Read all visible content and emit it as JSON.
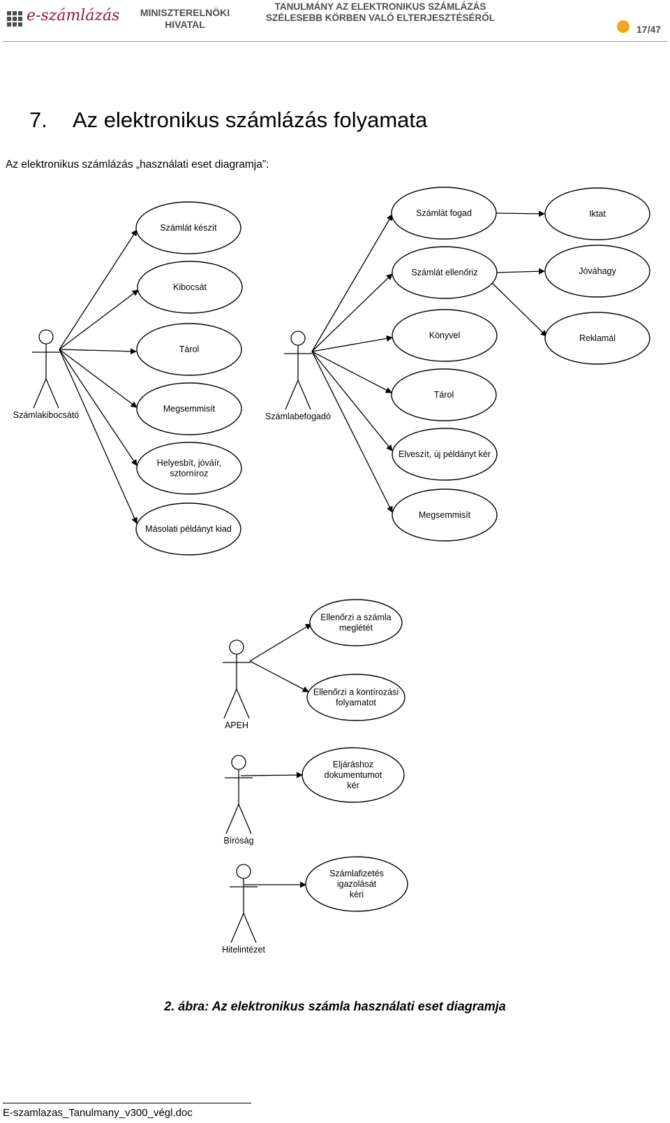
{
  "header": {
    "logo_text": "e-számlázás",
    "org": "MINISZTERELNÖKI HIVATAL",
    "title": "TANULMÁNY AZ ELEKTRONIKUS SZÁMLÁZÁS SZÉLESEBB KÖRBEN VALÓ ELTERJESZTÉSÉRŐL",
    "page": "17/47",
    "accent_color": "#f3a51f"
  },
  "section": {
    "number": "7.",
    "title": "Az elektronikus számlázás folyamata",
    "intro": "Az elektronikus számlázás „használati eset diagramja”:"
  },
  "diagram": {
    "actors": [
      {
        "name": "Számlakibocsátó"
      },
      {
        "name": "Számlabefogadó"
      },
      {
        "name": "APEH"
      },
      {
        "name": "Bíróság"
      },
      {
        "name": "Hitelintézet"
      }
    ],
    "use_cases": [
      {
        "label": [
          "Számlát készít"
        ]
      },
      {
        "label": [
          "Kibocsát"
        ]
      },
      {
        "label": [
          "Tárol"
        ]
      },
      {
        "label": [
          "Megsemmisít"
        ]
      },
      {
        "label": [
          "Helyesbít, jóváír,",
          "sztorníroz"
        ]
      },
      {
        "label": [
          "Másolati példányt kiad"
        ]
      },
      {
        "label": [
          "Számlát fogad"
        ]
      },
      {
        "label": [
          "Számlát ellenőriz"
        ]
      },
      {
        "label": [
          "Könyvel"
        ]
      },
      {
        "label": [
          "Tárol"
        ]
      },
      {
        "label": [
          "Elveszít, új példányt kér"
        ]
      },
      {
        "label": [
          "Megsemmisít"
        ]
      },
      {
        "label": [
          "Iktat"
        ]
      },
      {
        "label": [
          "Jóváhagy"
        ]
      },
      {
        "label": [
          "Reklamál"
        ]
      },
      {
        "label": [
          "Ellenőrzi a számla",
          "meglétét"
        ]
      },
      {
        "label": [
          "Ellenőrzi a kontírozási",
          "folyamatot"
        ]
      },
      {
        "label": [
          "Eljáráshoz",
          "dokumentumot",
          "kér"
        ]
      },
      {
        "label": [
          "Számlafizetés",
          "igazolását",
          "kéri"
        ]
      }
    ],
    "caption": "2. ábra: Az elektronikus számla használati eset diagramja"
  },
  "footer": {
    "filename": "E-szamlazas_Tanulmany_v300_végl.doc"
  }
}
